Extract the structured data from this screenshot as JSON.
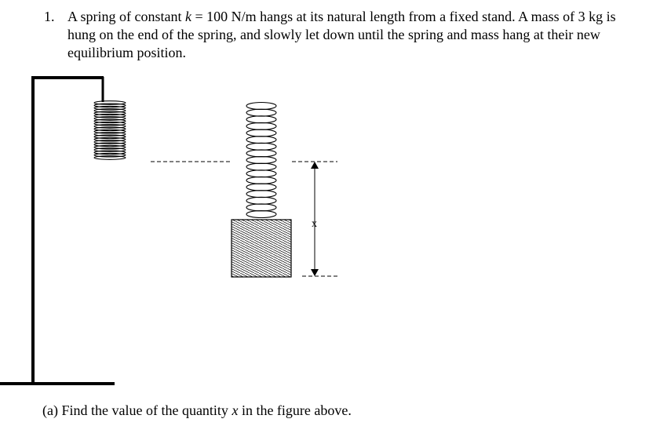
{
  "problem": {
    "number": "1.",
    "text_before_k": "A spring of constant ",
    "k_symbol": "k",
    "text_after_k": " = 100 N/m hangs at its natural length from a fixed stand. A mass of 3 kg is hung on the end of the spring, and slowly let down until the spring and mass hang at their new equilibrium position."
  },
  "figure": {
    "x_label": "x"
  },
  "question": {
    "prefix": "(a) Find the value of the quantity ",
    "variable": "x",
    "suffix": " in the figure above."
  }
}
